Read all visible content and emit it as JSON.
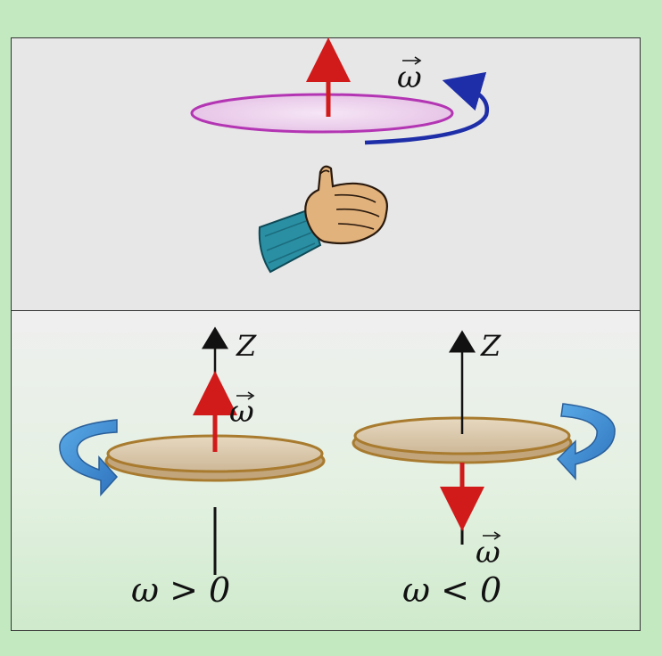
{
  "top_panel": {
    "vector_label": "ω"
  },
  "left_disk": {
    "axis_label": "Z",
    "vector_label": "ω",
    "condition": "ω > 0"
  },
  "right_disk": {
    "axis_label": "Z",
    "vector_label": "ω",
    "condition": "ω < 0"
  },
  "colors": {
    "background": "#c3e9c1",
    "panel": "#e7e7e7",
    "angular_vector": "#d11a1a",
    "orbit_ellipse": "#b335b3",
    "rotation_arrow_blue": "#1e2ea8",
    "rotation_arrow_light": "#3f8fd6",
    "disk": "#d7c4a3"
  }
}
